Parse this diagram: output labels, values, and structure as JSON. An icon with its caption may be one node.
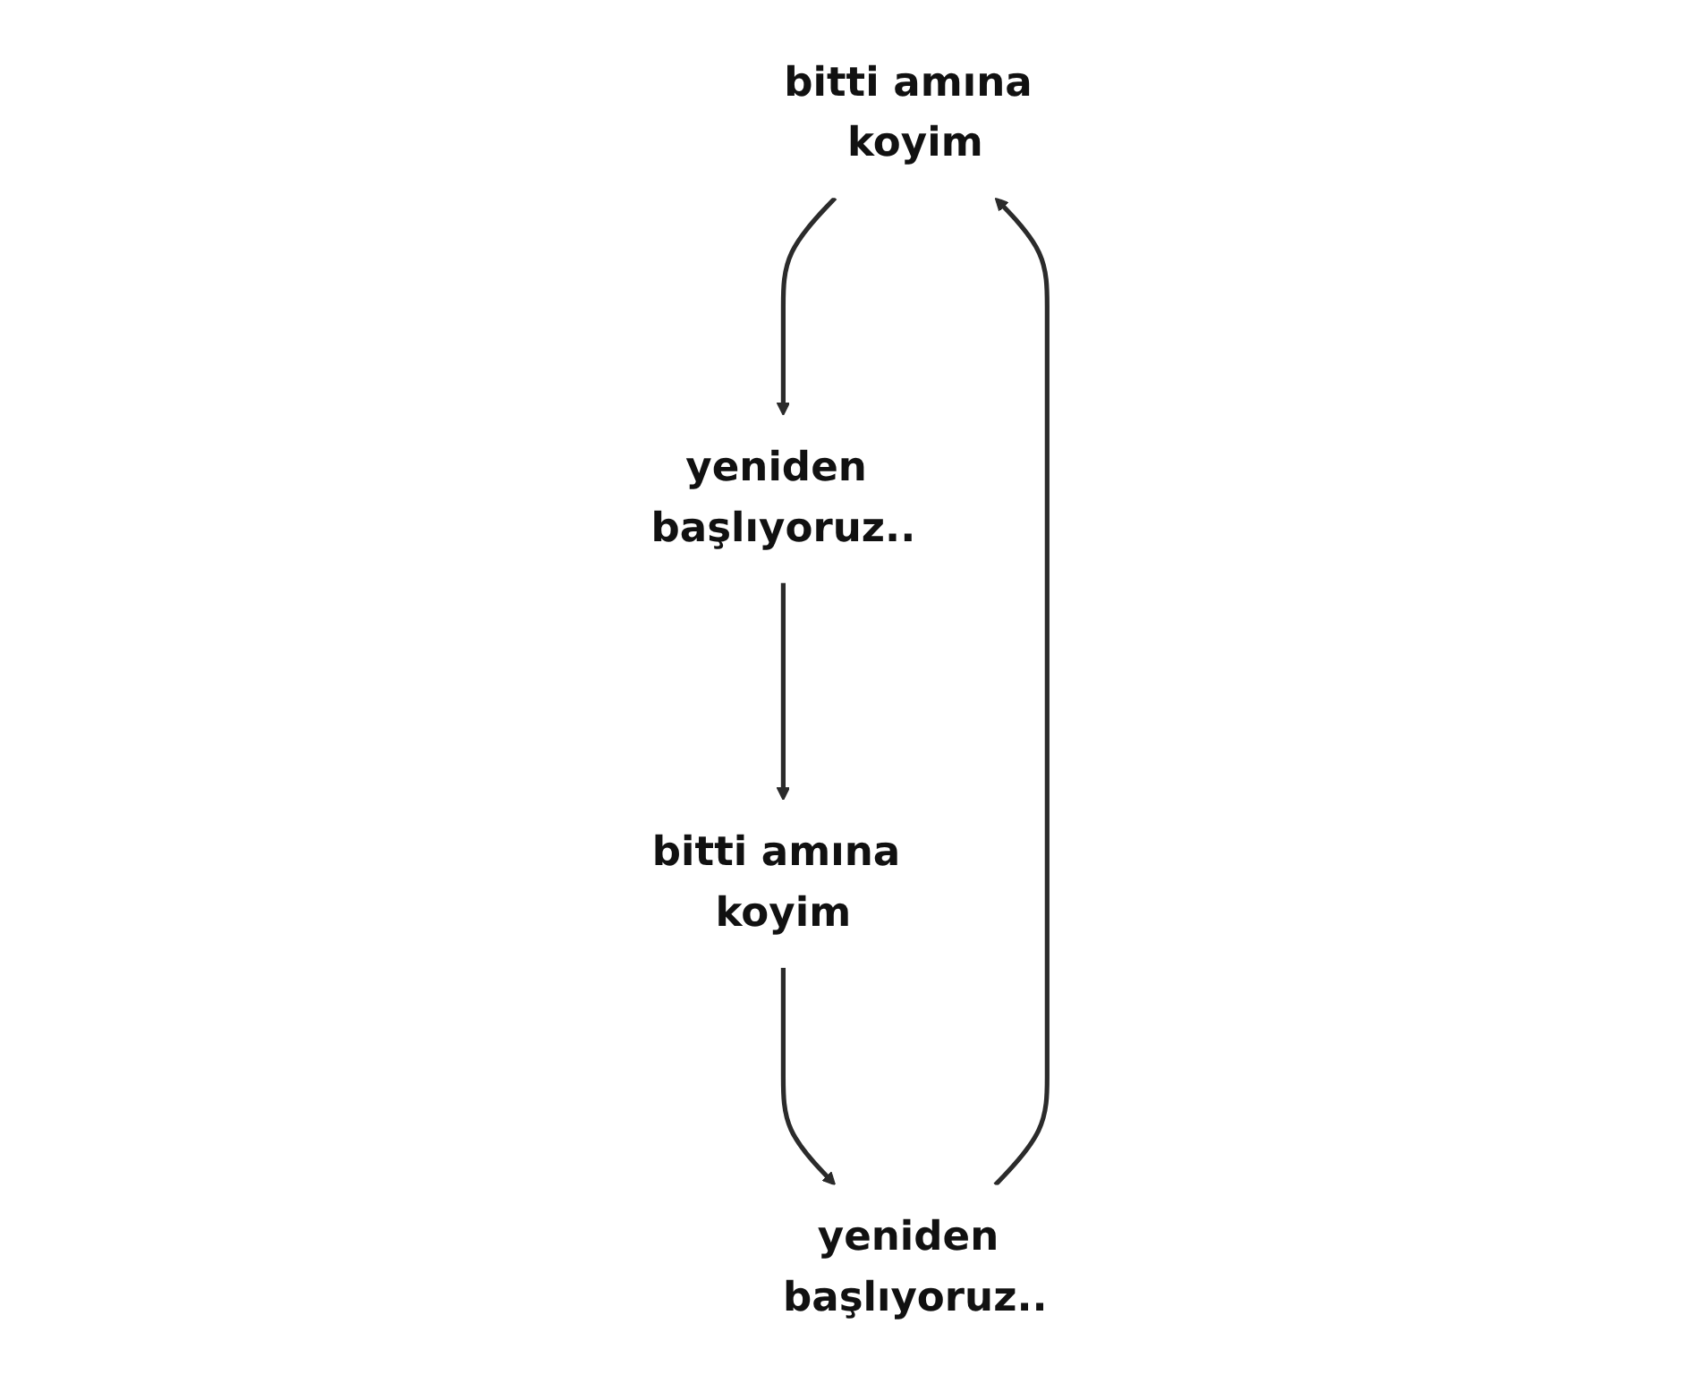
{
  "diagram": {
    "nodes": [
      {
        "text": [
          "bitti amına koyim"
        ]
      },
      {
        "text": [
          "yeniden başlıyoruz.."
        ]
      },
      {
        "text": [
          "bitti amına koyim"
        ]
      },
      {
        "text": [
          "yeniden başlıyoruz.."
        ]
      }
    ],
    "edges": [
      {
        "from": 0,
        "to": 1,
        "arrow": "to"
      },
      {
        "from": 1,
        "to": 2,
        "arrow": "to"
      },
      {
        "from": 2,
        "to": 3,
        "arrow": "to"
      },
      {
        "from": 3,
        "to": 0,
        "arrow": "to"
      }
    ]
  }
}
